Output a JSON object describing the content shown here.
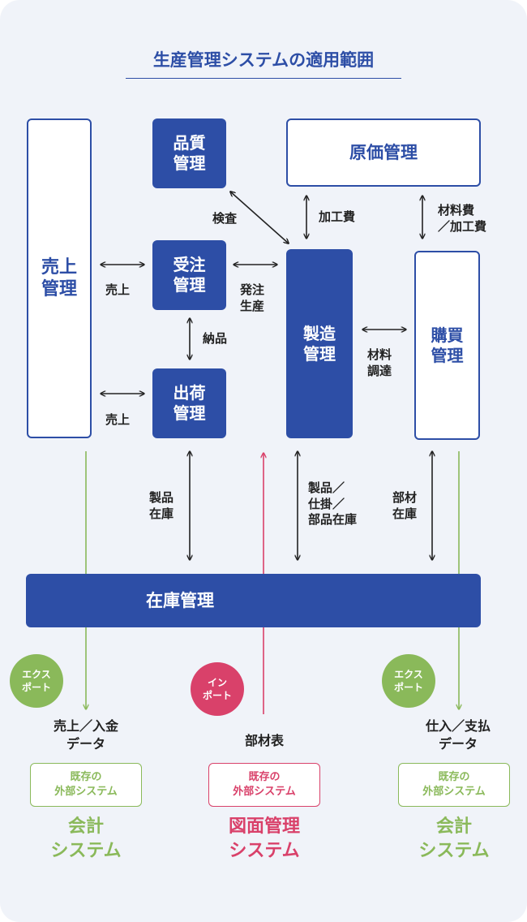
{
  "title": "生産管理システムの適用範囲",
  "colors": {
    "blue": "#2d4ea6",
    "green": "#8ab95a",
    "pink": "#d9416a",
    "background": "#f0f3f9"
  },
  "modules": {
    "sales": "売上\n管理",
    "quality": "品質\n管理",
    "cost": "原価管理",
    "orders": "受注\n管理",
    "manufacturing": "製造\n管理",
    "purchasing": "購買\n管理",
    "shipping": "出荷\n管理",
    "inventory": "在庫管理"
  },
  "labels": {
    "inspection": "検査",
    "processing_cost": "加工費",
    "material_cost": "材料費\n／加工費",
    "sales_1": "売上",
    "order_production": "発注\n生産",
    "delivery": "納品",
    "material_procurement": "材料\n調達",
    "sales_2": "売上",
    "product_stock": "製品\n在庫",
    "wip_parts_stock": "製品／\n仕掛／\n部品在庫",
    "parts_stock": "部材\n在庫"
  },
  "external": {
    "left": {
      "badge": "エクス\nポート",
      "flow": "売上／入金\nデータ",
      "box": "既存の\n外部システム",
      "name": "会計\nシステム"
    },
    "center": {
      "badge": "イン\nポート",
      "flow": "部材表",
      "box": "既存の\n外部システム",
      "name": "図面管理\nシステム"
    },
    "right": {
      "badge": "エクス\nポート",
      "flow": "仕入／支払\nデータ",
      "box": "既存の\n外部システム",
      "name": "会計\nシステム"
    }
  }
}
